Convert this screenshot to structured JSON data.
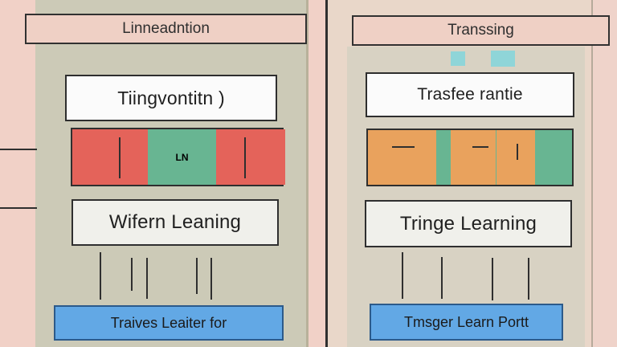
{
  "left": {
    "header": "Linneadntion",
    "title_box": "Tiingvontitn )",
    "grid_label": "LN",
    "learning": "Wifern Leaning",
    "bottom_button": "Traives Leaiter for"
  },
  "right": {
    "header": "Transsing",
    "title_box": "Trasfee rantie",
    "learning": "Tringe Learning",
    "bottom_button": "Tmsger Learn Portt"
  },
  "colors": {
    "red": "#e4635a",
    "teal": "#68b592",
    "orange": "#e9a25d",
    "blue": "#62a8e5"
  }
}
